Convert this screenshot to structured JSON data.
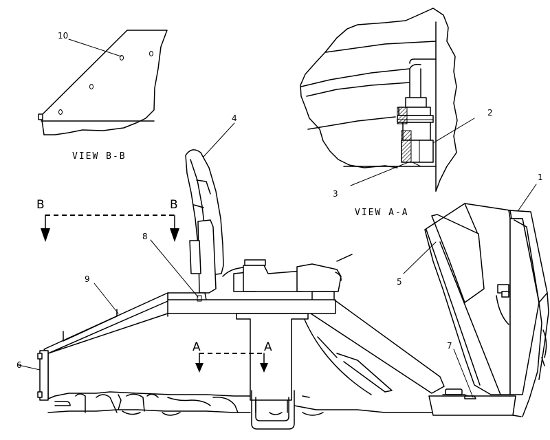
{
  "views": {
    "view_b": "VIEW B-B",
    "view_a": "VIEW A-A"
  },
  "section_marks": {
    "b_left": "B",
    "b_right": "B",
    "a_left": "A",
    "a_right": "A"
  },
  "callouts": {
    "c1": "1",
    "c2": "2",
    "c3": "3",
    "c4": "4",
    "c5": "5",
    "c6": "6",
    "c7": "7",
    "c8": "8",
    "c9": "9",
    "c10": "10"
  }
}
